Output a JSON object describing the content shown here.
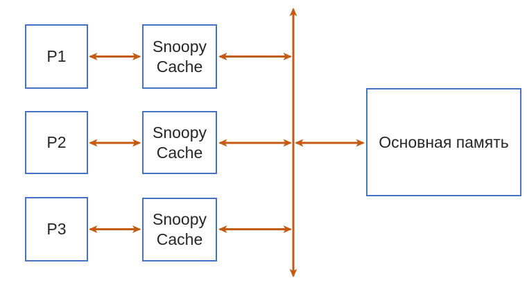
{
  "colors": {
    "box_border": "#4472c4",
    "arrow": "#c55a11",
    "text": "#262626",
    "background": "#ffffff"
  },
  "diagram": {
    "processors": [
      {
        "label": "P1"
      },
      {
        "label": "P2"
      },
      {
        "label": "P3"
      }
    ],
    "caches": [
      {
        "line1": "Snoopy",
        "line2": "Cache"
      },
      {
        "line1": "Snoopy",
        "line2": "Cache"
      },
      {
        "line1": "Snoopy",
        "line2": "Cache"
      }
    ],
    "memory": {
      "label": "Основная память"
    }
  }
}
